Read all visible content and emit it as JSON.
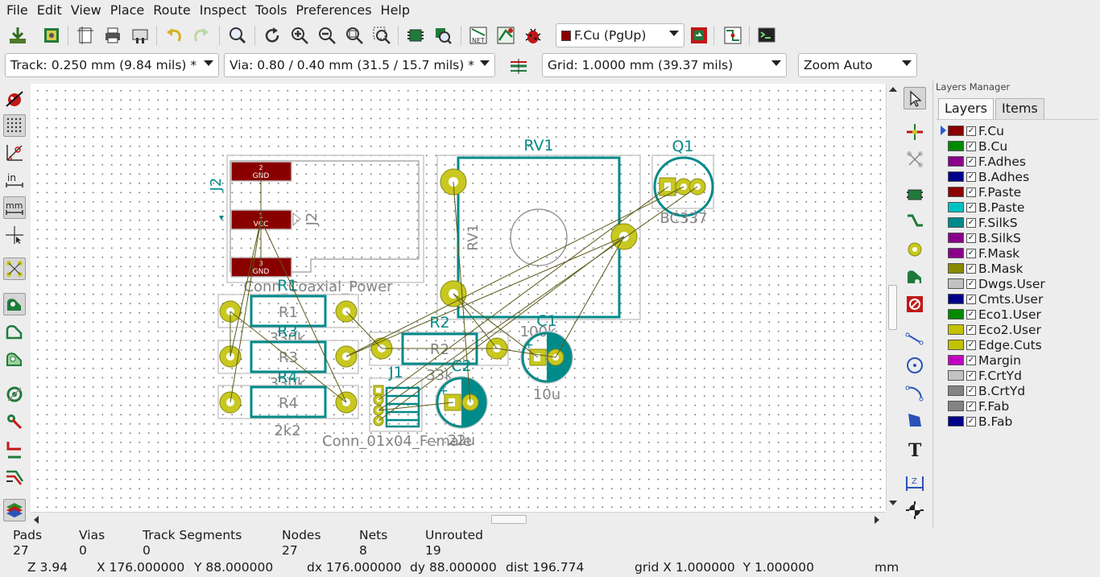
{
  "menu": [
    "File",
    "Edit",
    "View",
    "Place",
    "Route",
    "Inspect",
    "Tools",
    "Preferences",
    "Help"
  ],
  "active_layer": {
    "label": "F.Cu (PgUp)",
    "color": "#8a0000"
  },
  "track_width": "Track: 0.250 mm (9.84 mils) *",
  "via_size": "Via: 0.80 / 0.40 mm (31.5 / 15.7 mils) *",
  "grid": "Grid: 1.0000 mm (39.37 mils)",
  "zoom": "Zoom Auto",
  "icons": {
    "toolbar": [
      "save-board-icon",
      "board-setup-icon",
      "page-settings-icon",
      "print-icon",
      "plot-icon",
      "undo-icon",
      "redo-icon",
      "find-icon",
      "redraw-icon",
      "zoom-in-icon",
      "zoom-out-icon",
      "zoom-fit-icon",
      "zoom-selection-icon",
      "footprint-editor-icon",
      "footprint-browser-icon",
      "netlist-icon",
      "update-pcb-icon",
      "drc-bug-icon",
      "layer-pair-icon",
      "autoroute-icon",
      "scripting-console-icon"
    ],
    "left": [
      "drc-marker-icon",
      "grid-toggle-icon",
      "polar-coords-icon",
      "inch-units-icon",
      "mm-units-icon",
      "cursor-shape-icon",
      "ratsnest-icon",
      "module-ratsnest-icon",
      "zones-fill-icon",
      "zones-outline-icon",
      "pads-sketch-icon",
      "vias-sketch-icon",
      "tracks-sketch-icon",
      "high-contrast-icon",
      "layers-manager-icon"
    ],
    "right": [
      "select-arrow-icon",
      "highlight-net-icon",
      "local-ratsnest-icon",
      "add-footprint-icon",
      "route-track-icon",
      "add-via-icon",
      "add-zone-icon",
      "keepout-icon",
      "draw-line-icon",
      "draw-circle-icon",
      "draw-arc-icon",
      "draw-polygon-icon",
      "add-text-icon",
      "dimension-icon",
      "layer-alignment-target-icon"
    ]
  },
  "layers_manager": {
    "title": "Layers Manager",
    "tabs": [
      "Layers",
      "Items"
    ],
    "layers": [
      {
        "name": "F.Cu",
        "color": "#8a0000",
        "checked": true,
        "active": true
      },
      {
        "name": "B.Cu",
        "color": "#008a00",
        "checked": true
      },
      {
        "name": "F.Adhes",
        "color": "#8a008a",
        "checked": true
      },
      {
        "name": "B.Adhes",
        "color": "#00008a",
        "checked": true
      },
      {
        "name": "F.Paste",
        "color": "#8a0000",
        "checked": true
      },
      {
        "name": "B.Paste",
        "color": "#00c2c2",
        "checked": true
      },
      {
        "name": "F.SilkS",
        "color": "#008a8a",
        "checked": true
      },
      {
        "name": "B.SilkS",
        "color": "#8a008a",
        "checked": true
      },
      {
        "name": "F.Mask",
        "color": "#8a008a",
        "checked": true
      },
      {
        "name": "B.Mask",
        "color": "#8a8a00",
        "checked": true
      },
      {
        "name": "Dwgs.User",
        "color": "#c2c2c2",
        "checked": true
      },
      {
        "name": "Cmts.User",
        "color": "#00008a",
        "checked": true
      },
      {
        "name": "Eco1.User",
        "color": "#008a00",
        "checked": true
      },
      {
        "name": "Eco2.User",
        "color": "#c2c200",
        "checked": true
      },
      {
        "name": "Edge.Cuts",
        "color": "#c2c200",
        "checked": true
      },
      {
        "name": "Margin",
        "color": "#c200c2",
        "checked": true
      },
      {
        "name": "F.CrtYd",
        "color": "#c2c2c2",
        "checked": true
      },
      {
        "name": "B.CrtYd",
        "color": "#848484",
        "checked": true
      },
      {
        "name": "F.Fab",
        "color": "#848484",
        "checked": true
      },
      {
        "name": "B.Fab",
        "color": "#00008a",
        "checked": true
      }
    ]
  },
  "footprints": {
    "J2": {
      "ref": "J2",
      "value": "Conn_Coaxial_Power",
      "pads": [
        "GND",
        "VCC",
        "GND"
      ],
      "pad_numbers": [
        "2",
        "1",
        "3"
      ]
    },
    "RV1": {
      "ref": "RV1",
      "value": "100k"
    },
    "Q1": {
      "ref": "Q1",
      "value": "BC337"
    },
    "R1": {
      "ref": "R1",
      "value": "330k"
    },
    "R3": {
      "ref": "R3",
      "value": "330k"
    },
    "R4": {
      "ref": "R4",
      "value": "2k2"
    },
    "R2": {
      "ref": "R2",
      "value": "33k"
    },
    "C1": {
      "ref": "C1",
      "value": "10u"
    },
    "C2": {
      "ref": "C2",
      "value": "22u"
    },
    "J1": {
      "ref": "J1",
      "value": "Conn_01x04_Female"
    }
  },
  "stats": [
    {
      "label": "Pads",
      "value": "27"
    },
    {
      "label": "Vias",
      "value": "0"
    },
    {
      "label": "Track Segments",
      "value": "0"
    },
    {
      "label": "Nodes",
      "value": "27"
    },
    {
      "label": "Nets",
      "value": "8"
    },
    {
      "label": "Unrouted",
      "value": "19"
    }
  ],
  "status": {
    "zoom": "Z 3.94",
    "x": "X 176.000000",
    "y": "Y 88.000000",
    "dx": "dx 176.000000",
    "dy": "dy 88.000000",
    "dist": "dist 196.774",
    "grid": "grid X 1.000000  Y 1.000000",
    "units": "mm"
  }
}
